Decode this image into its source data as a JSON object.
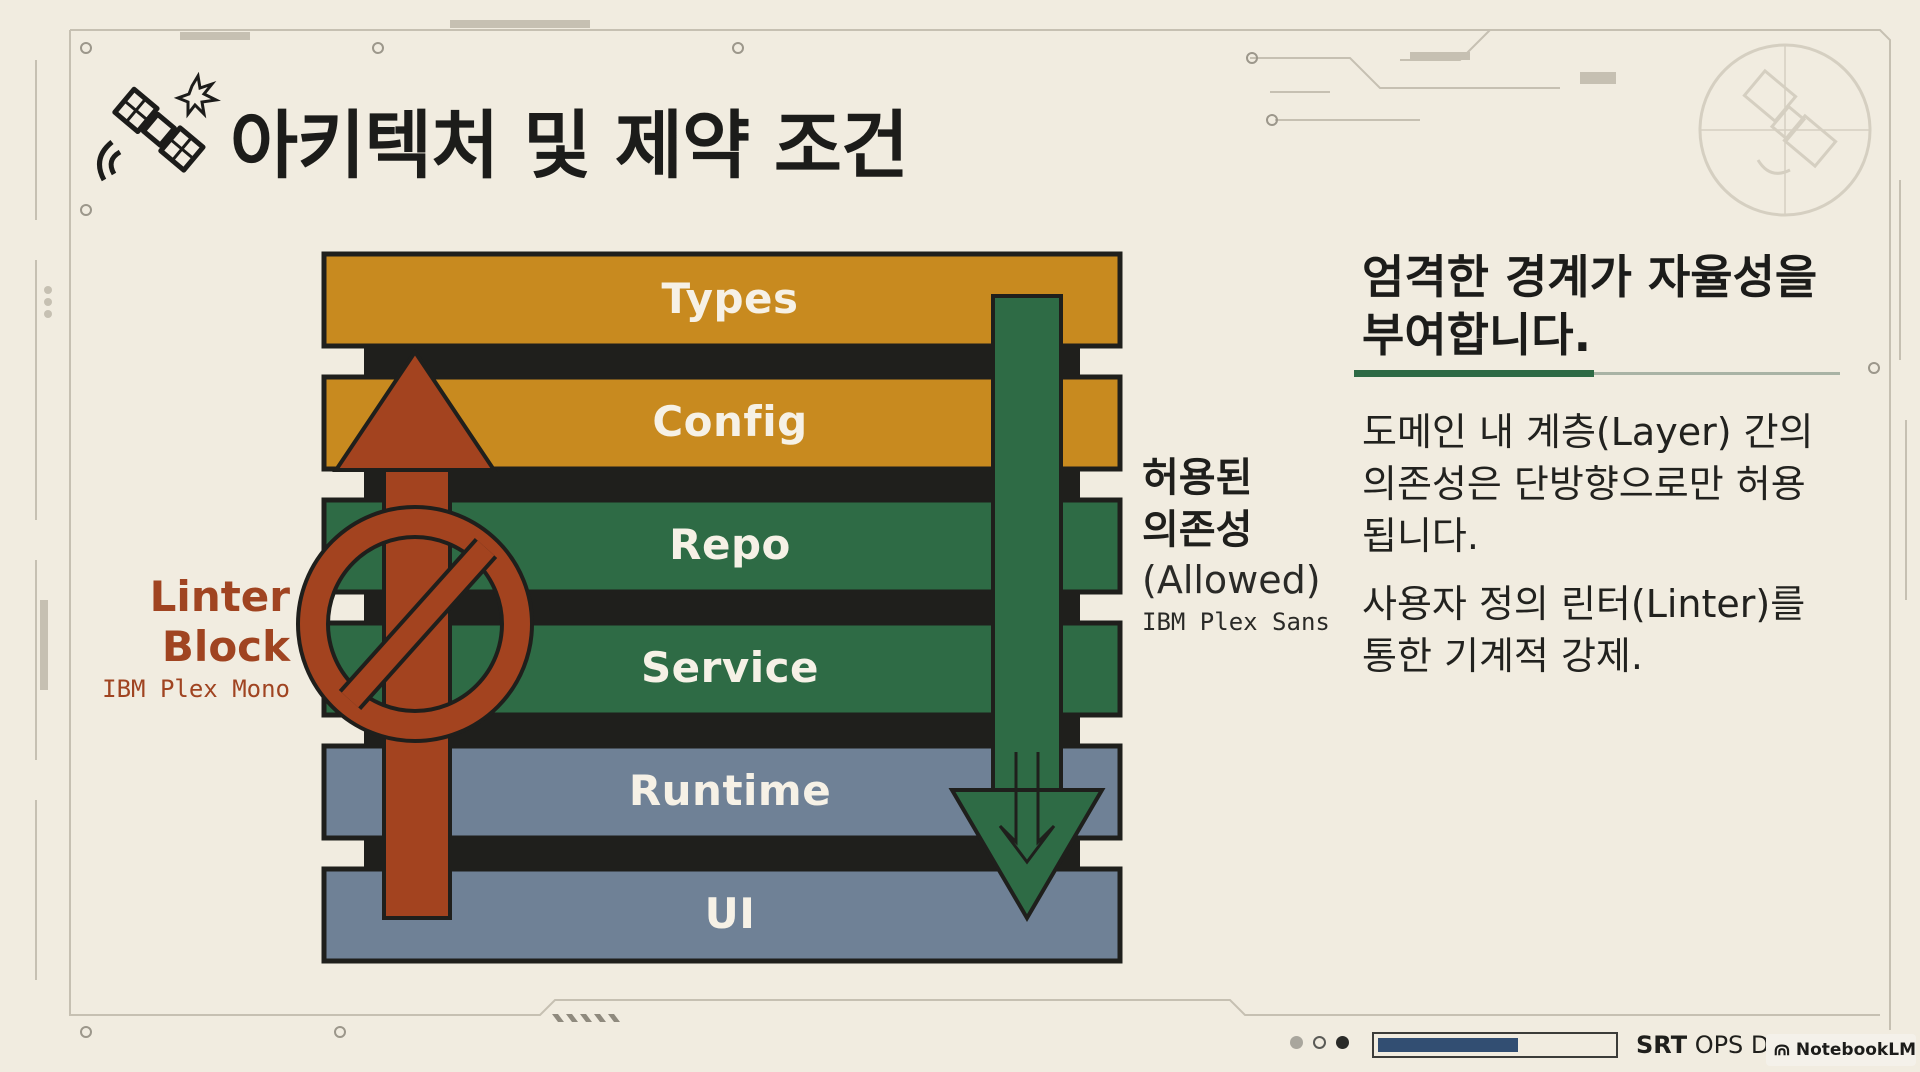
{
  "slide": {
    "title": "아키텍처 및 제약 조건"
  },
  "diagram": {
    "layers": [
      {
        "label": "Types",
        "color": "#c88a1f"
      },
      {
        "label": "Config",
        "color": "#c88a1f"
      },
      {
        "label": "Repo",
        "color": "#2e6b45"
      },
      {
        "label": "Service",
        "color": "#2e6b45"
      },
      {
        "label": "Runtime",
        "color": "#6f8196"
      },
      {
        "label": "UI",
        "color": "#6f8196"
      }
    ],
    "blocked_label": {
      "line1": "Linter",
      "line2": "Block",
      "font_note": "IBM Plex Mono"
    },
    "allowed_label": {
      "line1": "허용된",
      "line2": "의존성",
      "english": "(Allowed)",
      "font_note": "IBM Plex Sans"
    },
    "colors": {
      "blocked_arrow": "#a3431f",
      "allowed_arrow": "#2e6b45",
      "divider": "#1f1f1c"
    }
  },
  "panel": {
    "heading": "엄격한 경계가 자율성을 부여합니다.",
    "paragraphs": [
      "도메인 내 계층(Layer) 간의 의존성은 단방향으로만 허용됩니다.",
      "사용자 정의 린터(Linter)를 통한 기계적 강제."
    ]
  },
  "footer": {
    "progress": 0.6,
    "brand_bold": "SRT",
    "brand_rest": " OPS D",
    "watermark": "NotebookLM"
  },
  "icons": [
    "satellite-icon",
    "no-entry-icon",
    "notebooklm-icon"
  ]
}
